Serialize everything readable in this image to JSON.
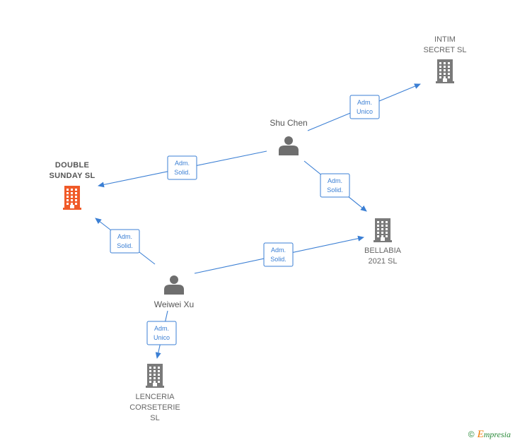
{
  "companies": [
    {
      "id": "intim",
      "lines": [
        "INTIM",
        "SECRET  SL"
      ],
      "highlight": false
    },
    {
      "id": "double",
      "lines": [
        "DOUBLE",
        "SUNDAY  SL"
      ],
      "highlight": true
    },
    {
      "id": "bellabia",
      "lines": [
        "BELLABIA",
        "2021  SL"
      ],
      "highlight": false
    },
    {
      "id": "lenceria",
      "lines": [
        "LENCERIA",
        "CORSETERIE",
        "SL"
      ],
      "highlight": false
    }
  ],
  "people": [
    {
      "id": "shu",
      "name": "Shu Chen"
    },
    {
      "id": "weiwei",
      "name": "Weiwei Xu"
    }
  ],
  "relations": [
    {
      "id": "shu-intim",
      "from": "shu",
      "to": "intim",
      "label": [
        "Adm.",
        "Unico"
      ]
    },
    {
      "id": "shu-double",
      "from": "shu",
      "to": "double",
      "label": [
        "Adm.",
        "Solid."
      ]
    },
    {
      "id": "shu-bellabia",
      "from": "shu",
      "to": "bellabia",
      "label": [
        "Adm.",
        "Solid."
      ]
    },
    {
      "id": "weiwei-double",
      "from": "weiwei",
      "to": "double",
      "label": [
        "Adm.",
        "Solid."
      ]
    },
    {
      "id": "weiwei-bellabia",
      "from": "weiwei",
      "to": "bellabia",
      "label": [
        "Adm.",
        "Solid."
      ]
    },
    {
      "id": "weiwei-lenceria",
      "from": "weiwei",
      "to": "lenceria",
      "label": [
        "Adm.",
        "Unico"
      ]
    }
  ],
  "colors": {
    "edge": "#3b7fd4",
    "company": "#7a7a7a",
    "company_highlight": "#f05a28",
    "person": "#6e6e6e"
  },
  "footer": {
    "copyright": "©",
    "brand_initial": "E",
    "brand_rest": "mpresia"
  }
}
